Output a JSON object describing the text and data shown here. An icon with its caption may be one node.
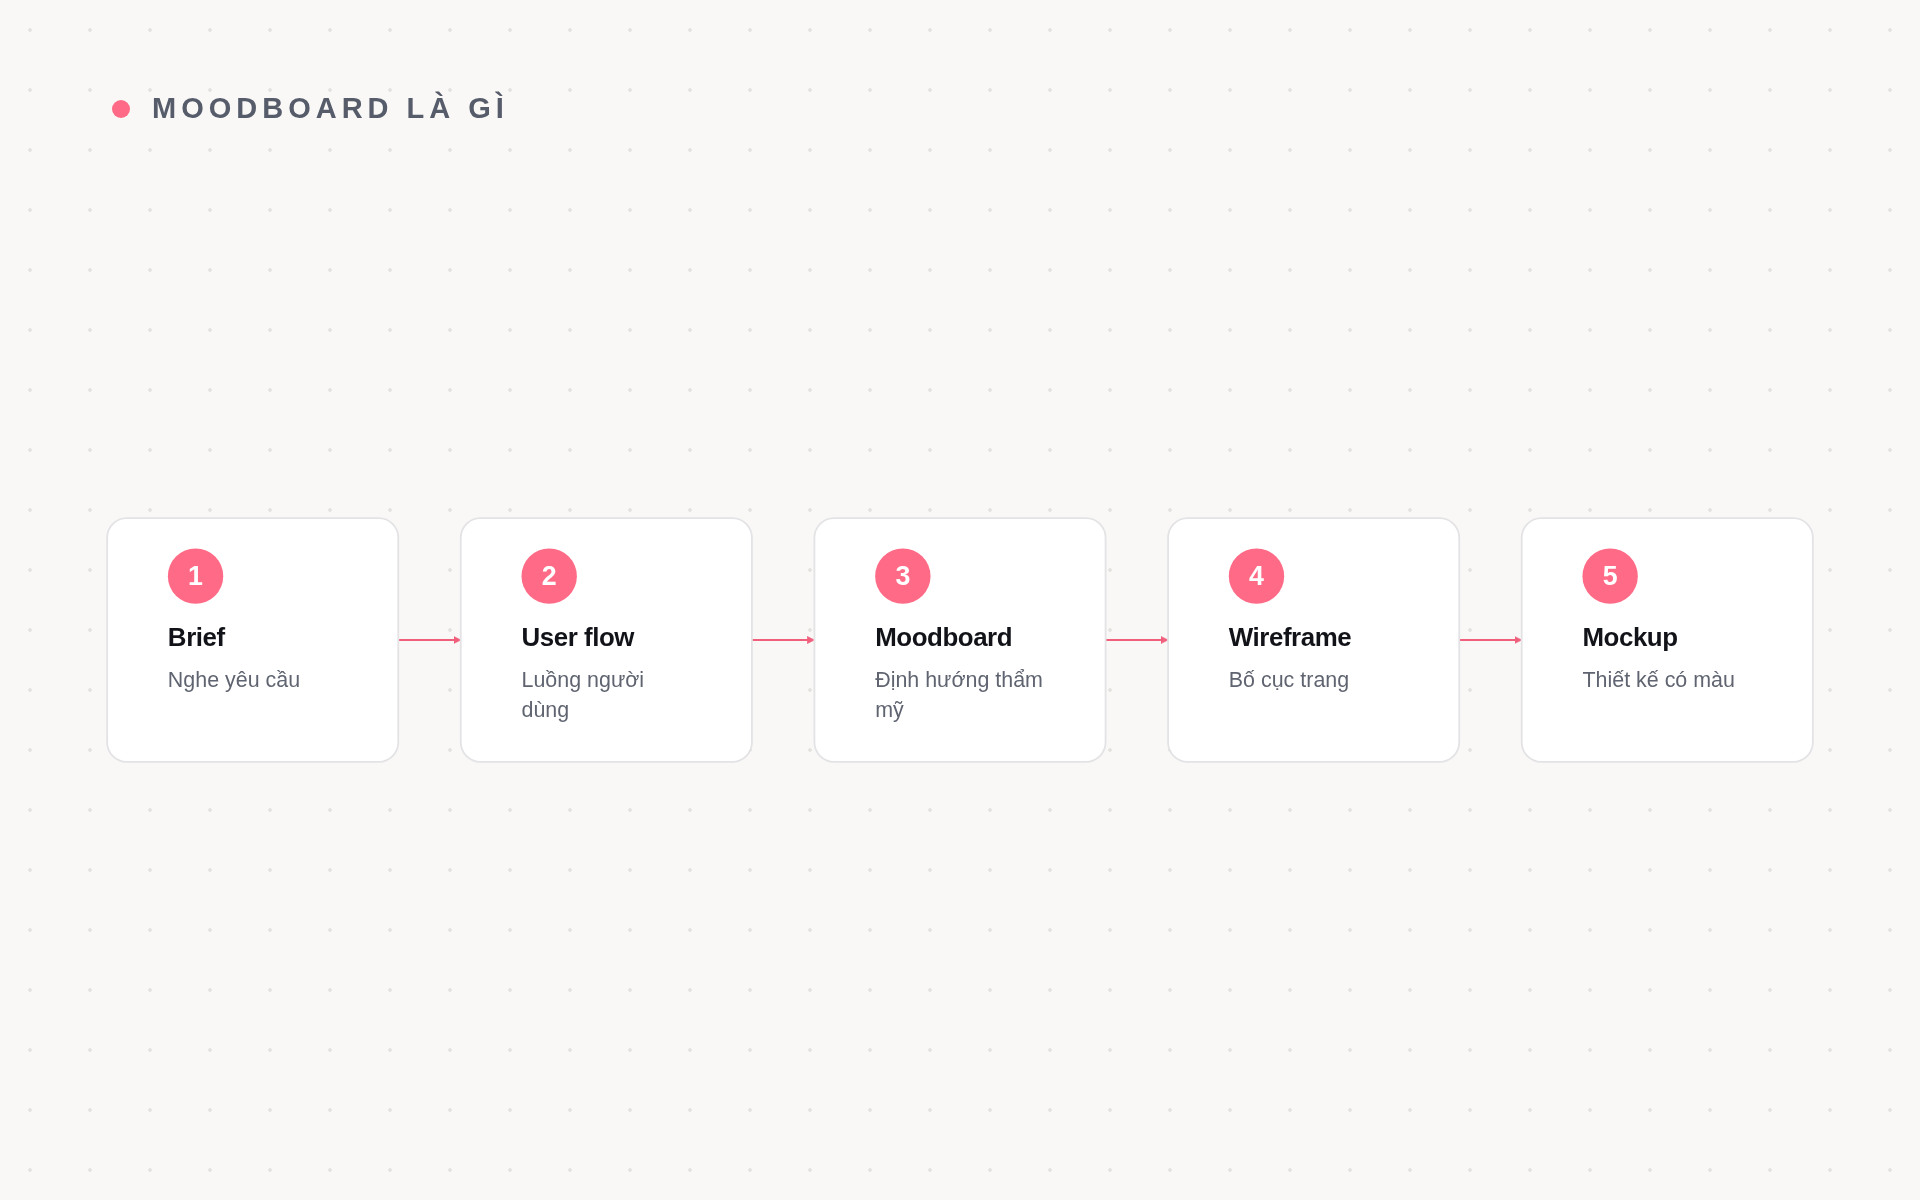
{
  "diagram": {
    "title": "MOODBOARD LÀ GÌ",
    "nodes": [
      {
        "text": [
          "1",
          "Brief",
          "Nghe yêu cầu"
        ]
      },
      {
        "text": [
          "2",
          "User flow",
          "Luồng người dùng"
        ]
      },
      {
        "text": [
          "3",
          "Moodboard",
          "Định hướng thẩm mỹ"
        ]
      },
      {
        "text": [
          "4",
          "Wireframe",
          "Bố cục trang"
        ]
      },
      {
        "text": [
          "5",
          "Mockup",
          "Thiết kế có màu"
        ]
      }
    ],
    "edges": [
      {
        "from": 0,
        "to": 1,
        "arrow": "to"
      },
      {
        "from": 1,
        "to": 2,
        "arrow": "to"
      },
      {
        "from": 2,
        "to": 3,
        "arrow": "to"
      },
      {
        "from": 3,
        "to": 4,
        "arrow": "to"
      }
    ]
  }
}
